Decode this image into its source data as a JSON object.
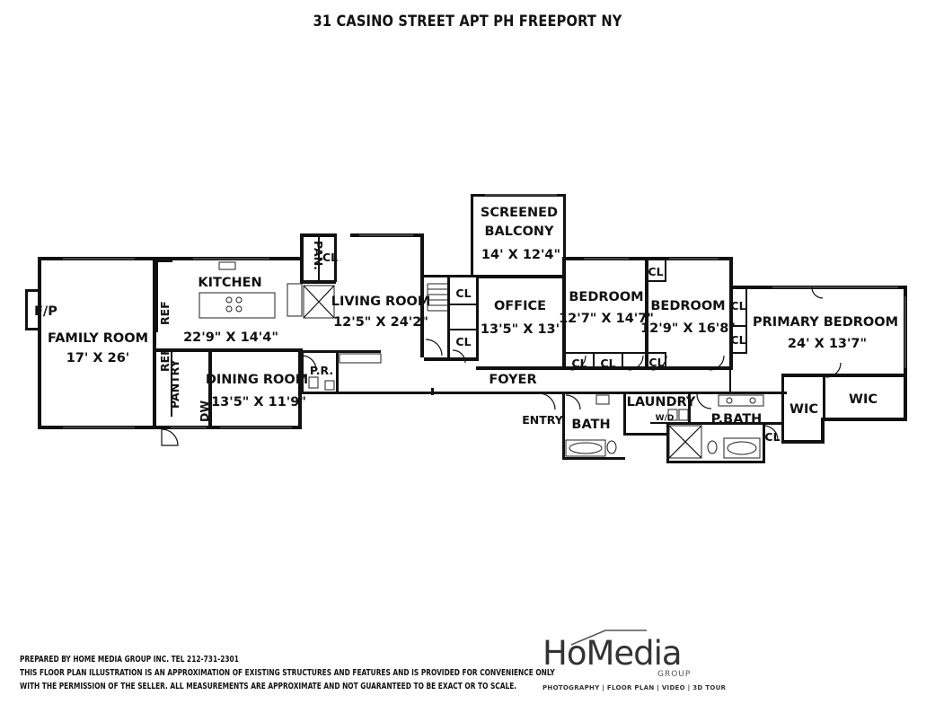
{
  "title": "31 CASINO STREET APT PH FREEPORT NY",
  "rooms": {
    "family_room": {
      "name": "FAMILY ROOM",
      "size": "17' X 26'"
    },
    "kitchen": {
      "name": "KITCHEN",
      "size": "22'9\" X 14'4\""
    },
    "dining_room": {
      "name": "DINING ROOM",
      "size": "13'5\" X 11'9\""
    },
    "living_room": {
      "name": "LIVING ROOM",
      "size": "12'5\" X 24'2\""
    },
    "screened_balcony": {
      "name_line1": "SCREENED",
      "name_line2": "BALCONY",
      "size": "14' X 12'4\""
    },
    "office": {
      "name": "OFFICE",
      "size": "13'5\" X 13'"
    },
    "bedroom_1": {
      "name": "BEDROOM",
      "size": "12'7\" X 14'7\""
    },
    "bedroom_2": {
      "name": "BEDROOM",
      "size": "12'9\" X 16'8\""
    },
    "primary_bedroom": {
      "name": "PRIMARY BEDROOM",
      "size": "24' X 13'7\""
    }
  },
  "labels": {
    "fp": "F/P",
    "ref": "REF",
    "pantry": "PANTRY",
    "dw": "DW",
    "pan": "PAN.",
    "cl": "CL",
    "pr": "P.R.",
    "foyer": "FOYER",
    "entry": "ENTRY",
    "bath": "BATH",
    "laundry": "LAUNDRY",
    "wd": "W/D",
    "pbath": "P.BATH",
    "wic": "WIC"
  },
  "footer": {
    "line1": "PREPARED BY  HOME MEDIA GROUP INC.  TEL 212-731-2301",
    "line2": "THIS FLOOR PLAN ILLUSTRATION IS AN APPROXIMATION OF EXISTING STRUCTURES AND FEATURES AND IS PROVIDED FOR CONVENIENCE ONLY",
    "line3": "WITH THE PERMISSION OF THE SELLER. ALL MEASUREMENTS ARE APPROXIMATE AND NOT GUARANTEED TO BE EXACT OR TO SCALE."
  },
  "logo": {
    "main": "HoMedia",
    "group": "GROUP",
    "tagline": "PHOTOGRAPHY | FLOOR PLAN | VIDEO | 3D TOUR"
  }
}
